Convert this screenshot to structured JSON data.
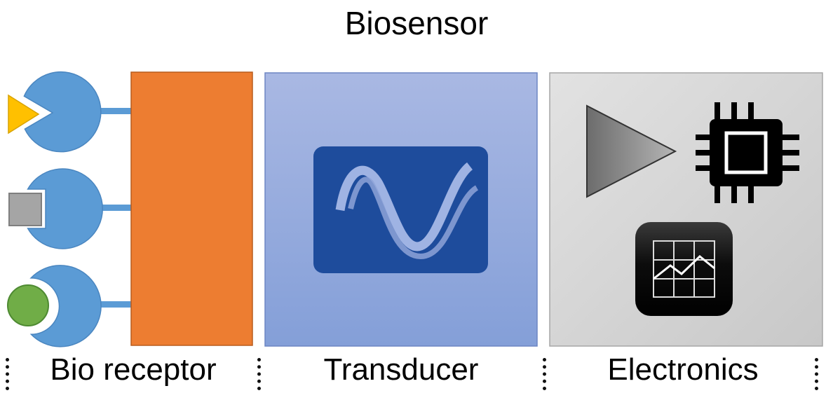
{
  "title": "Biosensor",
  "sections": [
    {
      "label": "Bio receptor"
    },
    {
      "label": "Transducer"
    },
    {
      "label": "Electronics"
    }
  ],
  "colors": {
    "receptor": "#5b9bd5",
    "receptor_block": "#ed7d31",
    "analyte_triangle": "#ffc000",
    "analyte_square": "#a5a5a5",
    "analyte_circle": "#70ad47",
    "transducer_panel": "#8fa8dc",
    "transducer_icon": "#1e4c9c",
    "electronics_panel": "#cfcfcf"
  },
  "icons": [
    "amplifier-icon",
    "microchip-icon",
    "chart-display-icon",
    "waveform-icon"
  ]
}
